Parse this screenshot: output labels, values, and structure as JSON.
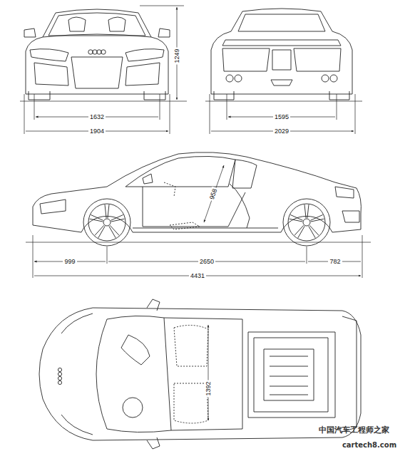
{
  "diagram": {
    "labels": [
      "1249",
      "1632",
      "1904",
      "1595",
      "2029",
      "958",
      "999",
      "2650",
      "782",
      "4431",
      "1392",
      "中国汽车工程师之家",
      "cartech8.com"
    ]
  }
}
